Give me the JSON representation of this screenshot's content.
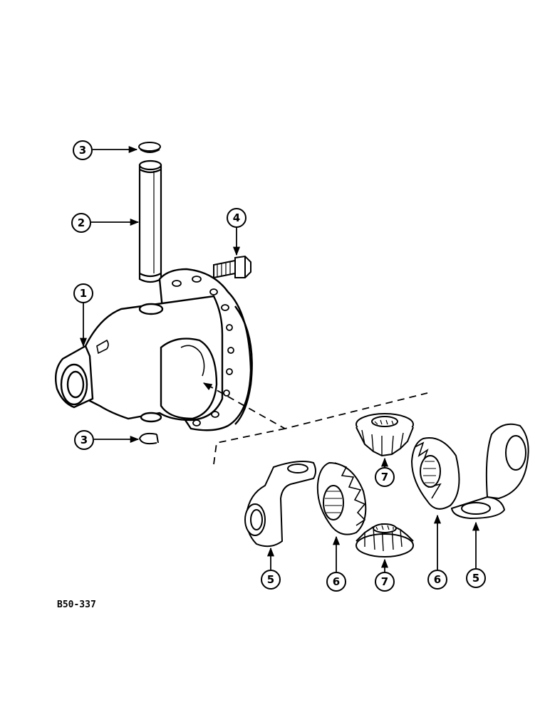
{
  "figure_code": "B50-337",
  "callouts": [
    {
      "id": "c3a",
      "label": "3",
      "part": "snap-ring"
    },
    {
      "id": "c2",
      "label": "2",
      "part": "pinion-shaft"
    },
    {
      "id": "c4",
      "label": "4",
      "part": "lock-bolt"
    },
    {
      "id": "c1",
      "label": "1",
      "part": "differential-case"
    },
    {
      "id": "c3b",
      "label": "3",
      "part": "snap-ring"
    },
    {
      "id": "c7a",
      "label": "7",
      "part": "pinion-gear"
    },
    {
      "id": "c5a",
      "label": "5",
      "part": "thrust-washer"
    },
    {
      "id": "c6a",
      "label": "6",
      "part": "side-gear"
    },
    {
      "id": "c7b",
      "label": "7",
      "part": "pinion-gear"
    },
    {
      "id": "c6b",
      "label": "6",
      "part": "side-gear"
    },
    {
      "id": "c5b",
      "label": "5",
      "part": "thrust-washer"
    }
  ]
}
